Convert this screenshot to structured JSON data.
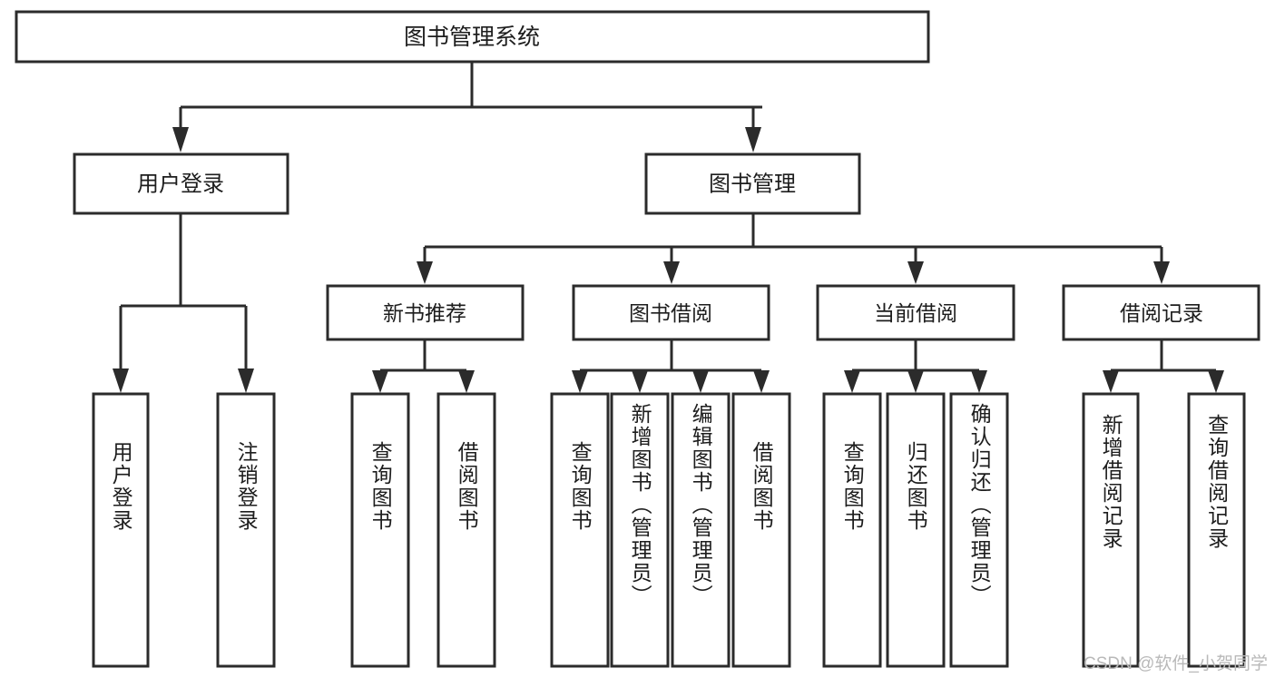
{
  "diagram": {
    "title": "图书管理系统",
    "type": "tree",
    "watermark": "CSDN @软件_小贺同学",
    "colors": {
      "background": "#ffffff",
      "box_fill": "#ffffff",
      "box_stroke": "#2b2b2b",
      "text": "#1d1d1d",
      "watermark": "#b9b9b9"
    },
    "root": {
      "label": "图书管理系统"
    },
    "level2": [
      {
        "label": "用户登录"
      },
      {
        "label": "图书管理"
      }
    ],
    "level3": [
      {
        "label": "新书推荐"
      },
      {
        "label": "图书借阅"
      },
      {
        "label": "当前借阅"
      },
      {
        "label": "借阅记录"
      }
    ],
    "leaves": {
      "user_login": [
        {
          "label": "用户登录"
        },
        {
          "label": "注销登录"
        }
      ],
      "new_book_recommend": [
        {
          "label": "查询图书"
        },
        {
          "label": "借阅图书"
        }
      ],
      "book_borrow": [
        {
          "label": "查询图书"
        },
        {
          "label": "新增图书（管理员）"
        },
        {
          "label": "编辑图书（管理员）"
        },
        {
          "label": "借阅图书"
        }
      ],
      "current_borrow": [
        {
          "label": "查询图书"
        },
        {
          "label": "归还图书"
        },
        {
          "label": "确认归还（管理员）"
        }
      ],
      "borrow_record": [
        {
          "label": "新增借阅记录"
        },
        {
          "label": "查询借阅记录"
        }
      ]
    }
  }
}
